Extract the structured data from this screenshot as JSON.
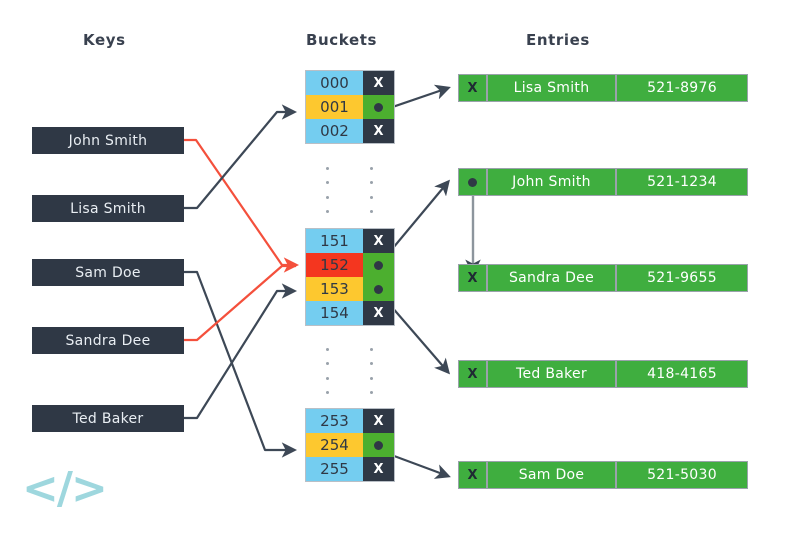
{
  "headers": {
    "keys": "Keys",
    "buckets": "Buckets",
    "entries": "Entries"
  },
  "colors": {
    "key_box": "#2f3845",
    "bucket_blue": "#74cdf0",
    "bucket_yellow": "#fdc82f",
    "bucket_red": "#f4361f",
    "bucket_pointer_green": "#4caf2f",
    "bucket_pointer_empty": "#2f3845",
    "entry_green": "#3fae3f",
    "wire_dark": "#3d4856",
    "wire_red": "#f4503c",
    "logo": "#9ed7de",
    "background": "#ffffff"
  },
  "keys": [
    {
      "label": "John Smith",
      "wire_color": "red",
      "maps_to_bucket": "152"
    },
    {
      "label": "Lisa Smith",
      "wire_color": "dark",
      "maps_to_bucket": "001"
    },
    {
      "label": "Sam Doe",
      "wire_color": "dark",
      "maps_to_bucket": "254"
    },
    {
      "label": "Sandra Dee",
      "wire_color": "red",
      "maps_to_bucket": "152"
    },
    {
      "label": "Ted Baker",
      "wire_color": "dark",
      "maps_to_bucket": "153"
    }
  ],
  "bucket_groups": [
    {
      "rows": [
        {
          "index": "000",
          "index_color": "blue",
          "pointer": "X",
          "pointer_state": "empty"
        },
        {
          "index": "001",
          "index_color": "yellow",
          "pointer": "dot",
          "pointer_state": "filled"
        },
        {
          "index": "002",
          "index_color": "blue",
          "pointer": "X",
          "pointer_state": "empty"
        }
      ]
    },
    {
      "rows": [
        {
          "index": "151",
          "index_color": "blue",
          "pointer": "X",
          "pointer_state": "empty"
        },
        {
          "index": "152",
          "index_color": "red",
          "pointer": "dot",
          "pointer_state": "filled"
        },
        {
          "index": "153",
          "index_color": "yellow",
          "pointer": "dot",
          "pointer_state": "filled"
        },
        {
          "index": "154",
          "index_color": "blue",
          "pointer": "X",
          "pointer_state": "empty"
        }
      ]
    },
    {
      "rows": [
        {
          "index": "253",
          "index_color": "blue",
          "pointer": "X",
          "pointer_state": "empty"
        },
        {
          "index": "254",
          "index_color": "yellow",
          "pointer": "dot",
          "pointer_state": "filled"
        },
        {
          "index": "255",
          "index_color": "blue",
          "pointer": "X",
          "pointer_state": "empty"
        }
      ]
    }
  ],
  "ellipsis_separators": 2,
  "entries": [
    {
      "marker": "X",
      "marker_state": "terminal",
      "name": "Lisa Smith",
      "phone": "521-8976"
    },
    {
      "marker": "dot",
      "marker_state": "chained",
      "name": "John Smith",
      "phone": "521-1234"
    },
    {
      "marker": "X",
      "marker_state": "terminal",
      "name": "Sandra Dee",
      "phone": "521-9655"
    },
    {
      "marker": "X",
      "marker_state": "terminal",
      "name": "Ted Baker",
      "phone": "418-4165"
    },
    {
      "marker": "X",
      "marker_state": "terminal",
      "name": "Sam Doe",
      "phone": "521-5030"
    }
  ],
  "logo": {
    "text": "</>"
  }
}
